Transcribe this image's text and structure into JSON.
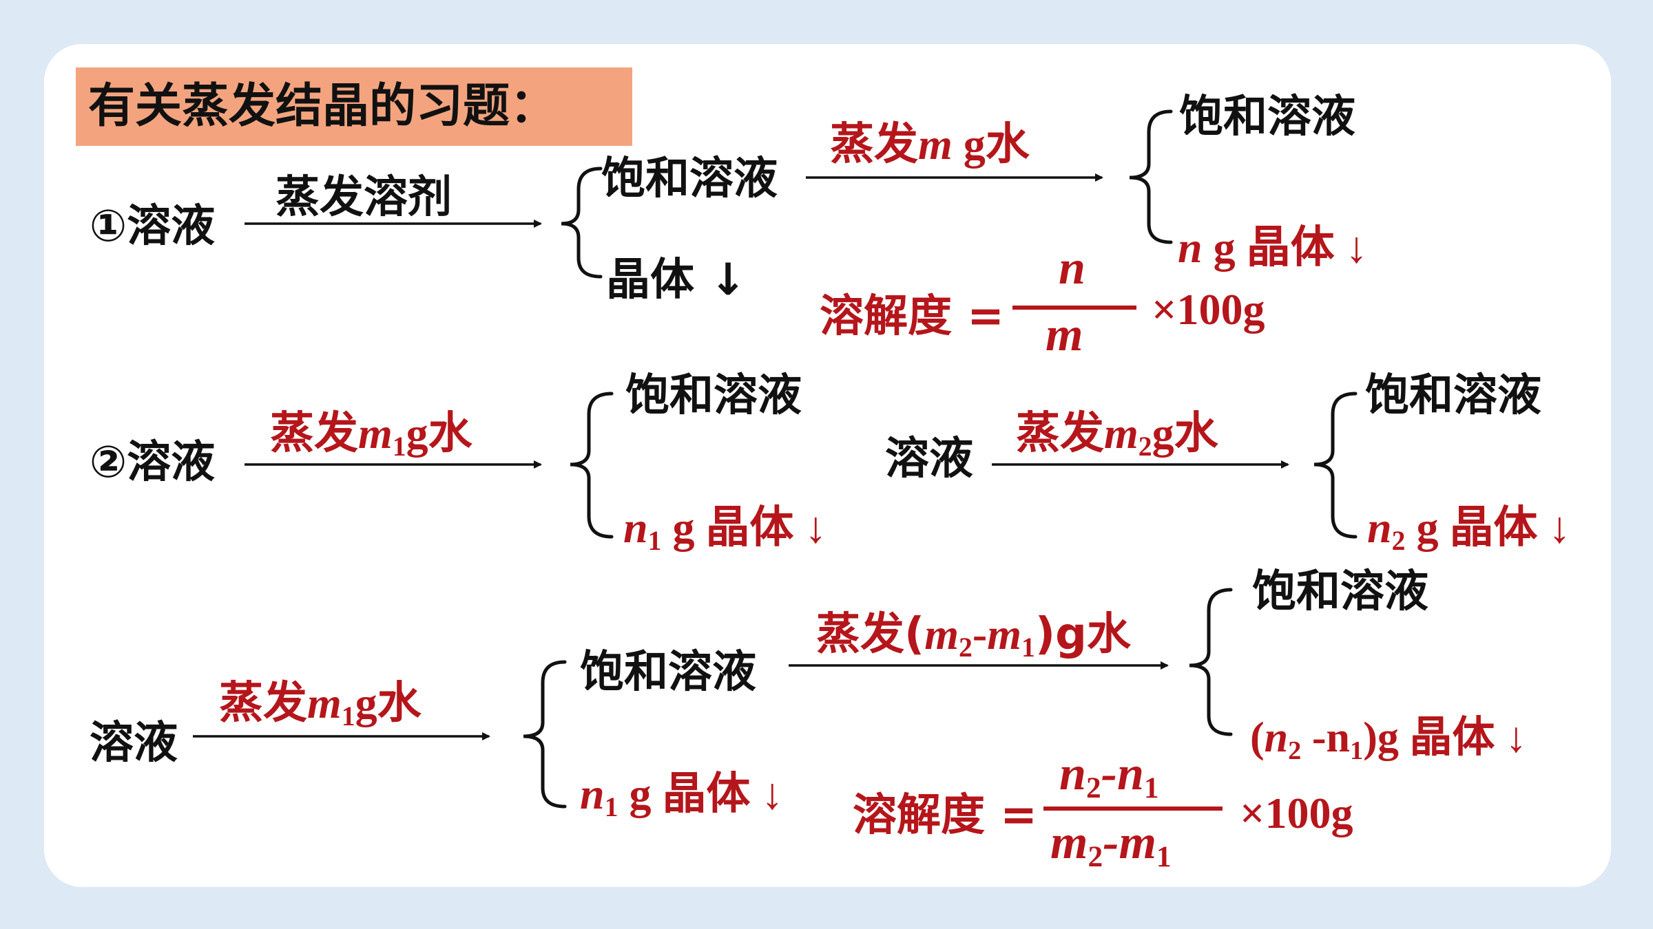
{
  "title": "有关蒸发结晶的习题：",
  "section1": {
    "label": "①溶液",
    "arrow1_label": "蒸发溶剂",
    "branch1_top": "饱和溶液",
    "branch1_bottom": "晶体 ↓",
    "arrow2_label_prefix": "蒸发",
    "arrow2_label_var": "m",
    "arrow2_label_suffix": " g水",
    "branch2_top": "饱和溶液",
    "branch2_bottom_var": "n",
    "branch2_bottom_suffix": " g 晶体 ↓",
    "formula_label": "溶解度 =",
    "formula_numerator": "n",
    "formula_denominator": "m",
    "formula_multiplier": "×100g"
  },
  "section2": {
    "label": "②溶液",
    "arrow1_prefix": "蒸发",
    "arrow1_var": "m",
    "arrow1_sub": "1",
    "arrow1_suffix": "g水",
    "branch1_top": "饱和溶液",
    "branch1_bottom_var": "n",
    "branch1_bottom_sub": "1",
    "branch1_bottom_suffix": " g 晶体 ↓",
    "label_right": "溶液",
    "arrow2_prefix": "蒸发",
    "arrow2_var": "m",
    "arrow2_sub": "2",
    "arrow2_suffix": "g水",
    "branch2_top": "饱和溶液",
    "branch2_bottom_var": "n",
    "branch2_bottom_sub": "2",
    "branch2_bottom_suffix": " g 晶体 ↓"
  },
  "section3": {
    "label": "溶液",
    "arrow1_prefix": "蒸发",
    "arrow1_var": "m",
    "arrow1_sub": "1",
    "arrow1_suffix": "g水",
    "branch1_top": "饱和溶液",
    "branch1_bottom_var": "n",
    "branch1_bottom_sub": "1",
    "branch1_bottom_suffix": " g 晶体 ↓",
    "arrow2_text_a": "蒸发(",
    "arrow2_var_a": "m",
    "arrow2_sub_a": "2",
    "arrow2_text_b": "-",
    "arrow2_var_b": "m",
    "arrow2_sub_b": "1",
    "arrow2_text_c": ")g水",
    "branch2_top": "饱和溶液",
    "branch2_bottom_a": "(",
    "branch2_bottom_var": "n",
    "branch2_bottom_sub_a": "2",
    "branch2_bottom_b": " -n",
    "branch2_bottom_sub_b": "1",
    "branch2_bottom_c": ")g 晶体 ↓",
    "formula_label": "溶解度 =",
    "formula_num_a": "n",
    "formula_num_sub_a": "2",
    "formula_num_b": "-n",
    "formula_num_sub_b": "1",
    "formula_den_a": "m",
    "formula_den_sub_a": "2",
    "formula_den_b": "-m",
    "formula_den_sub_b": "1",
    "formula_multiplier": "×100g"
  }
}
